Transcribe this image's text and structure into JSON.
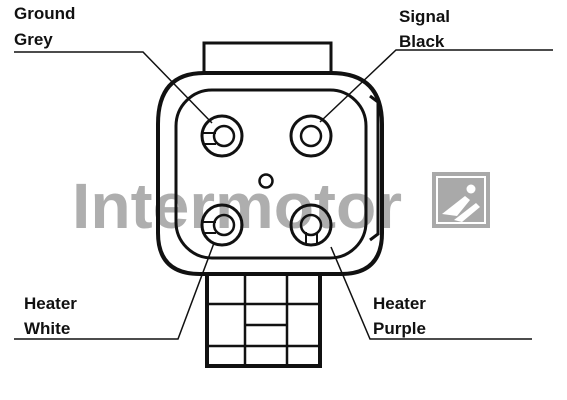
{
  "watermark": {
    "text": "Intermotor",
    "logo_icon": "intermotor-logo-icon"
  },
  "pins": {
    "ground": {
      "name": "Ground",
      "color": "Grey"
    },
    "signal": {
      "name": "Signal",
      "color": "Black"
    },
    "heater_white": {
      "name": "Heater",
      "color": "White"
    },
    "heater_purple": {
      "name": "Heater",
      "color": "Purple"
    }
  },
  "colors": {
    "line": "#111111",
    "watermark": "#9a9a9a"
  }
}
